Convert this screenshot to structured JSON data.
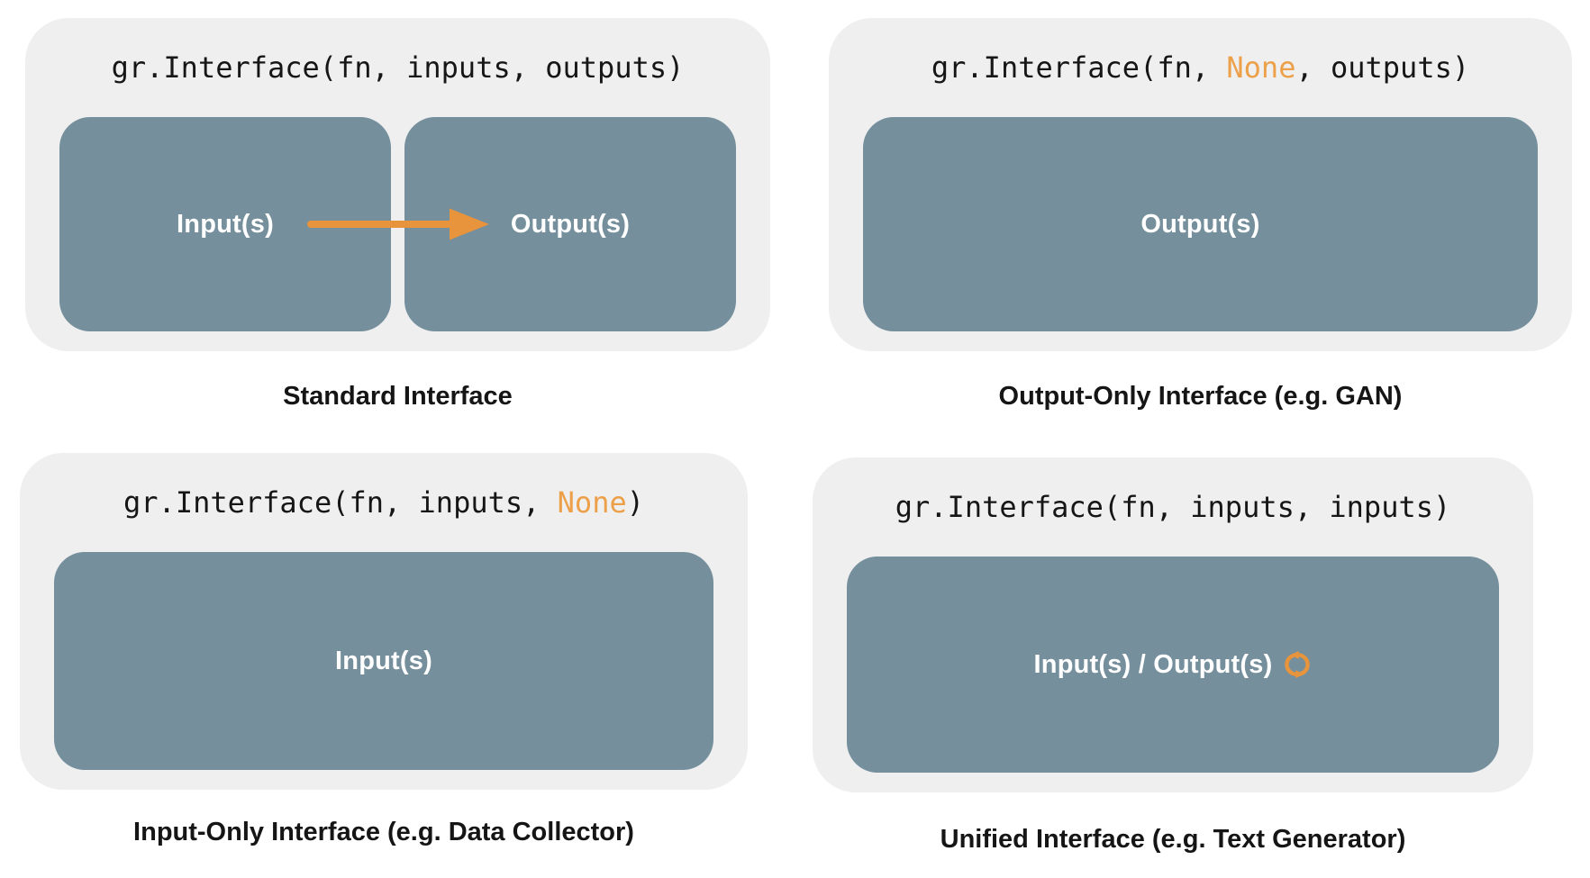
{
  "colors": {
    "page_background": "#ffffff",
    "panel_background": "#efefef",
    "box_background": "#758f9c",
    "box_text": "#ffffff",
    "code_text": "#161616",
    "caption_text": "#151515",
    "highlight_orange": "#eda04a",
    "arrow_orange": "#e8943d"
  },
  "icons": {
    "arrow": "arrow-right",
    "sync": "circular-sync-arrows"
  },
  "panels": [
    {
      "id": "standard",
      "code": [
        {
          "t": "gr.Interface(fn, inputs, outputs)"
        }
      ],
      "boxes": [
        {
          "label": "Input(s)"
        },
        {
          "label": "Output(s)"
        }
      ],
      "caption": "Standard Interface"
    },
    {
      "id": "output-only",
      "code": [
        {
          "t": "gr.Interface(fn, "
        },
        {
          "t": "None"
        },
        {
          "t": ", outputs)"
        }
      ],
      "boxes": [
        {
          "label": "Output(s)"
        }
      ],
      "caption": "Output-Only Interface (e.g. GAN)"
    },
    {
      "id": "input-only",
      "code": [
        {
          "t": "gr.Interface(fn, inputs, "
        },
        {
          "t": "None"
        },
        {
          "t": ")"
        }
      ],
      "boxes": [
        {
          "label": "Input(s)"
        }
      ],
      "caption": "Input-Only Interface (e.g. Data Collector)"
    },
    {
      "id": "unified",
      "code": [
        {
          "t": "gr.Interface(fn, inputs, inputs)"
        }
      ],
      "boxes": [
        {
          "label": "Input(s) / Output(s)"
        }
      ],
      "caption": "Unified Interface (e.g. Text Generator)"
    }
  ]
}
